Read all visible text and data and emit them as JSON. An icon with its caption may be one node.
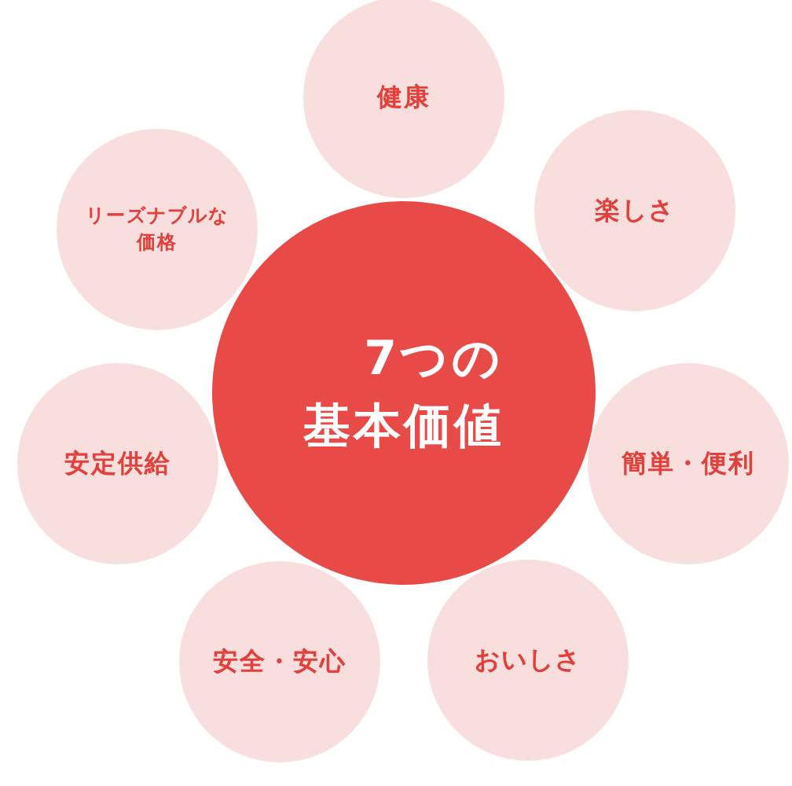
{
  "diagram": {
    "nodes": [
      {
        "text": [
          "7つの基本価値"
        ]
      },
      {
        "text": [
          "健康"
        ]
      },
      {
        "text": [
          "楽しさ"
        ]
      },
      {
        "text": [
          "簡単・便利"
        ]
      },
      {
        "text": [
          "おいしさ"
        ]
      },
      {
        "text": [
          "安全・安心"
        ]
      },
      {
        "text": [
          "安定供給"
        ]
      },
      {
        "text": [
          "リーズナブルな価格"
        ]
      }
    ]
  }
}
